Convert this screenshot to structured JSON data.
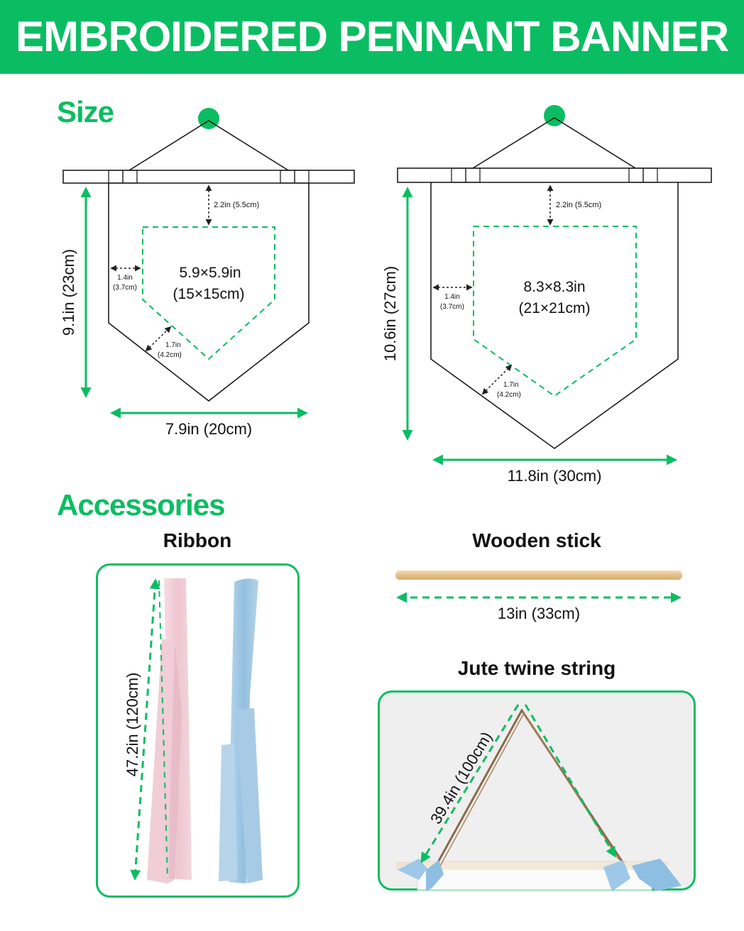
{
  "header": {
    "title": "EMBROIDERED PENNANT BANNER"
  },
  "sections": {
    "size": "Size",
    "accessories": "Accessories"
  },
  "banner_small": {
    "height": "9.1in (23cm)",
    "width": "7.9in (20cm)",
    "top_margin": "2.2in (5.5cm)",
    "side_margin_in": "1.4in",
    "side_margin_cm": "(3.7cm)",
    "bottom_margin_in": "1.7in",
    "bottom_margin_cm": "(4.2cm)",
    "area_line1": "5.9×5.9in",
    "area_line2": "(15×15cm)"
  },
  "banner_large": {
    "height": "10.6in (27cm)",
    "width": "11.8in (30cm)",
    "top_margin": "2.2in (5.5cm)",
    "side_margin_in": "1.4in",
    "side_margin_cm": "(3.7cm)",
    "bottom_margin_in": "1.7in",
    "bottom_margin_cm": "(4.2cm)",
    "area_line1": "8.3×8.3in",
    "area_line2": "(21×21cm)"
  },
  "accessories": {
    "ribbon": {
      "title": "Ribbon",
      "length": "47.2in (120cm)"
    },
    "stick": {
      "title": "Wooden stick",
      "length": "13in (33cm)"
    },
    "twine": {
      "title": "Jute twine string",
      "length": "39.4in (100cm)"
    }
  },
  "colors": {
    "accent": "#0bbd62",
    "ribbon_pink": "#f2d3dc",
    "ribbon_blue": "#a9cde6",
    "wood": "#e8c99b",
    "twine": "#8a6a48"
  }
}
